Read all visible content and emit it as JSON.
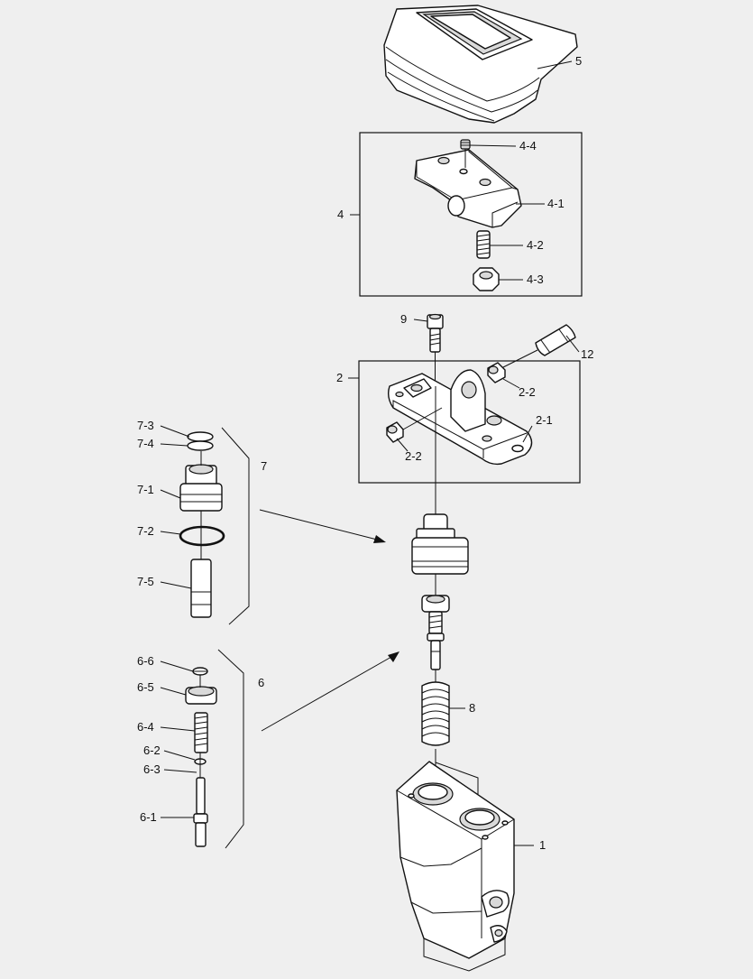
{
  "callouts": {
    "c1": "1",
    "c2": "2",
    "c2_1": "2-1",
    "c2_2a": "2-2",
    "c2_2b": "2-2",
    "c4": "4",
    "c4_1": "4-1",
    "c4_2": "4-2",
    "c4_3": "4-3",
    "c4_4": "4-4",
    "c5": "5",
    "c6": "6",
    "c6_1": "6-1",
    "c6_2": "6-2",
    "c6_3": "6-3",
    "c6_4": "6-4",
    "c6_5": "6-5",
    "c6_6": "6-6",
    "c7": "7",
    "c7_1": "7-1",
    "c7_2": "7-2",
    "c7_3": "7-3",
    "c7_4": "7-4",
    "c7_5": "7-5",
    "c8": "8",
    "c9": "9",
    "c12": "12"
  }
}
